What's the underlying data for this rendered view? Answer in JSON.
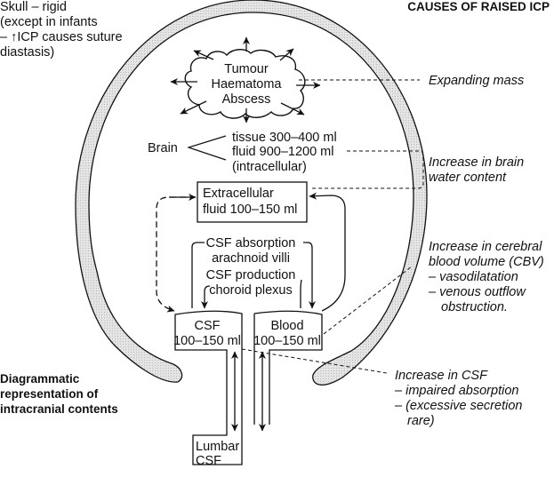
{
  "title": "CAUSES OF RAISED ICP",
  "skull_note": [
    "Skull – rigid",
    "(except in infants",
    "– ↑ICP causes suture",
    "diastasis)"
  ],
  "caption": [
    "Diagrammatic",
    "representation of",
    "intracranial contents"
  ],
  "mass": [
    "Tumour",
    "Haematoma",
    "Abscess"
  ],
  "brain": {
    "label": "Brain",
    "lines": [
      "tissue 300–400 ml",
      "fluid 900–1200 ml",
      "(intracellular)"
    ]
  },
  "extracellular": [
    "Extracellular",
    "fluid 100–150 ml"
  ],
  "csf_absorption": [
    "CSF absorption",
    "arachnoid villi"
  ],
  "csf_production": [
    "CSF production",
    "choroid plexus"
  ],
  "csf_box": [
    "CSF",
    "100–150 ml"
  ],
  "blood_box": [
    "Blood",
    "100–150 ml"
  ],
  "lumbar_box": [
    "Lumbar",
    "CSF"
  ],
  "causes": {
    "expanding_mass": [
      "Expanding mass"
    ],
    "brain_water": [
      "Increase in brain",
      "water content"
    ],
    "cbv": [
      "Increase in cerebral",
      "blood volume (CBV)",
      "– vasodilatation",
      "– venous outflow",
      "obstruction."
    ],
    "csf": [
      "Increase in CSF",
      "– impaired absorption",
      "– (excessive secretion",
      "rare)"
    ]
  }
}
